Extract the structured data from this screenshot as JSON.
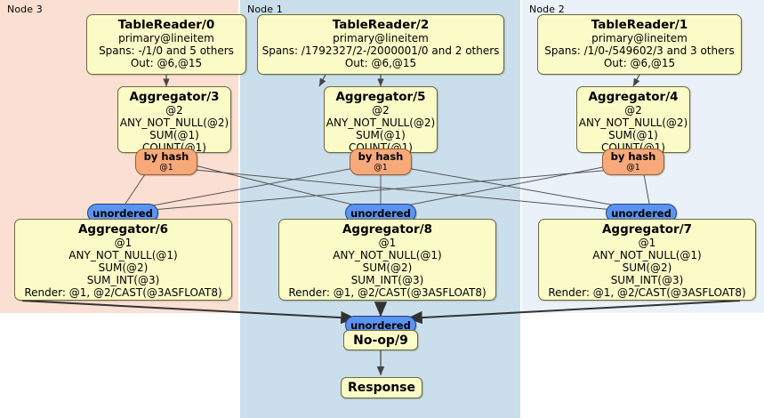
{
  "diagram": {
    "type": "distributed-query-plan",
    "panels": [
      {
        "id": "node3",
        "label": "Node 3",
        "color": "#fbdfd2"
      },
      {
        "id": "node1",
        "label": "Node 1",
        "color": "#cadfeb"
      },
      {
        "id": "node2",
        "label": "Node 2",
        "color": "#eaf1f8"
      }
    ],
    "table_readers": [
      {
        "id": "tr0",
        "title": "TableReader/0",
        "lines": [
          "primary@lineitem",
          "Spans: -/1/0 and 5 others",
          "Out: @6,@15"
        ]
      },
      {
        "id": "tr2",
        "title": "TableReader/2",
        "lines": [
          "primary@lineitem",
          "Spans: /1792327/2-/2000001/0 and 2 others",
          "Out: @6,@15"
        ]
      },
      {
        "id": "tr1",
        "title": "TableReader/1",
        "lines": [
          "primary@lineitem",
          "Spans: /1/0-/549602/3 and 3 others",
          "Out: @6,@15"
        ]
      }
    ],
    "aggregators_top": [
      {
        "id": "agg3",
        "title": "Aggregator/3",
        "lines": [
          "@2",
          "ANY_NOT_NULL(@2)",
          "SUM(@1)",
          "COUNT(@1)"
        ]
      },
      {
        "id": "agg5",
        "title": "Aggregator/5",
        "lines": [
          "@2",
          "ANY_NOT_NULL(@2)",
          "SUM(@1)",
          "COUNT(@1)"
        ]
      },
      {
        "id": "agg4",
        "title": "Aggregator/4",
        "lines": [
          "@2",
          "ANY_NOT_NULL(@2)",
          "SUM(@1)",
          "COUNT(@1)"
        ]
      }
    ],
    "hash_routers": [
      {
        "id": "hash3",
        "label": "by hash",
        "sub": "@1"
      },
      {
        "id": "hash5",
        "label": "by hash",
        "sub": "@1"
      },
      {
        "id": "hash4",
        "label": "by hash",
        "sub": "@1"
      }
    ],
    "unordered_inputs": [
      {
        "id": "un6",
        "label": "unordered"
      },
      {
        "id": "un8",
        "label": "unordered"
      },
      {
        "id": "un7",
        "label": "unordered"
      }
    ],
    "aggregators_bottom": [
      {
        "id": "agg6",
        "title": "Aggregator/6",
        "lines": [
          "@1",
          "ANY_NOT_NULL(@1)",
          "SUM(@2)",
          "SUM_INT(@3)",
          "Render: @1, @2/CAST(@3ASFLOAT8)"
        ]
      },
      {
        "id": "agg8",
        "title": "Aggregator/8",
        "lines": [
          "@1",
          "ANY_NOT_NULL(@1)",
          "SUM(@2)",
          "SUM_INT(@3)",
          "Render: @1, @2/CAST(@3ASFLOAT8)"
        ]
      },
      {
        "id": "agg7",
        "title": "Aggregator/7",
        "lines": [
          "@1",
          "ANY_NOT_NULL(@1)",
          "SUM(@2)",
          "SUM_INT(@3)",
          "Render: @1, @2/CAST(@3ASFLOAT8)"
        ]
      }
    ],
    "final_unordered": {
      "id": "un9",
      "label": "unordered"
    },
    "noop": {
      "id": "noop9",
      "title": "No-op/9"
    },
    "response": {
      "id": "response",
      "title": "Response"
    },
    "colors": {
      "node_fill": "#fbfbc8",
      "node_stroke": "#6b6b3a",
      "hash_fill": "#f7a97a",
      "hash_stroke": "#9c5c32",
      "unordered_fill": "#5b93f0",
      "unordered_stroke": "#1f3f7a",
      "edge": "#555555",
      "panel_node3": "#fbdfd2",
      "panel_node1": "#cadfeb",
      "panel_node2": "#eaf1f8"
    }
  }
}
